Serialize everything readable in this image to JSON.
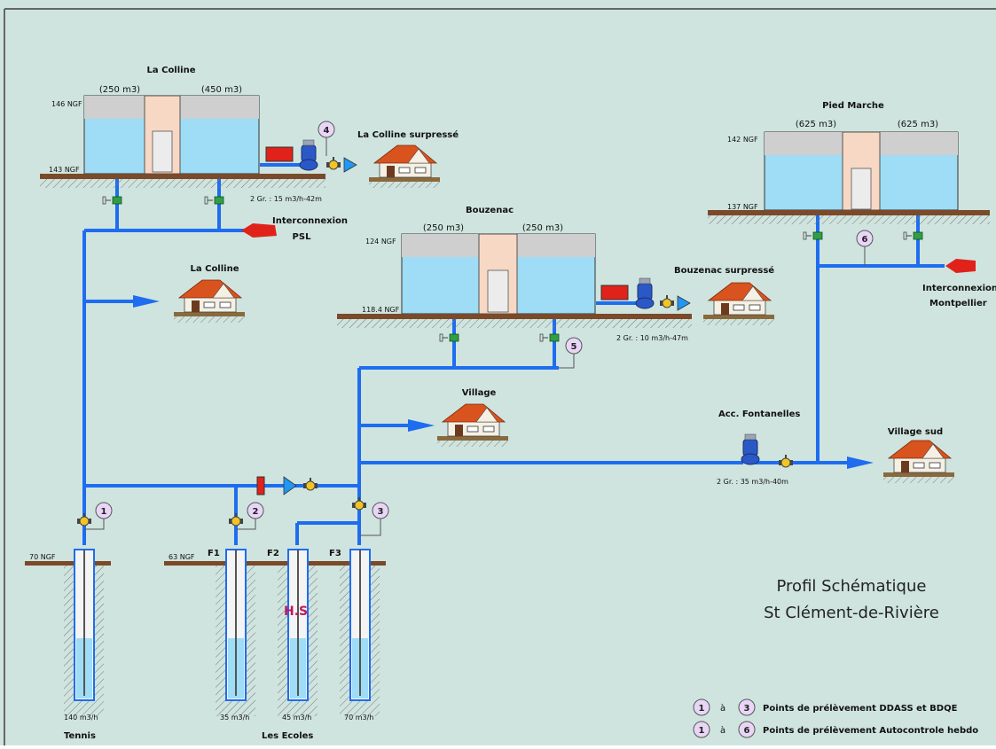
{
  "colors": {
    "background": "#cfe4de",
    "pipe": "#1e6df0",
    "water": "#9fdcf5",
    "ground": "#7a4a2a",
    "arrow_red": "#e0221b",
    "circle": "#e9d6f6"
  },
  "reservoirs": {
    "la_colline": {
      "name": "La Colline",
      "vol_left": "(250 m3)",
      "vol_right": "(450 m3)",
      "top_level": "146 NGF",
      "bottom_level": "143 NGF",
      "pump": "2 Gr. : 15 m3/h-42m"
    },
    "bouzenac": {
      "name": "Bouzenac",
      "vol_left": "(250 m3)",
      "vol_right": "(250 m3)",
      "top_level": "124 NGF",
      "bottom_level": "118.4 NGF",
      "pump": "2 Gr. : 10 m3/h-47m"
    },
    "pied_marche": {
      "name": "Pied Marche",
      "vol_left": "(625 m3)",
      "vol_right": "(625 m3)",
      "top_level": "142 NGF",
      "bottom_level": "137 NGF"
    }
  },
  "houses": {
    "la_colline_surpresse": "La Colline surpressé",
    "bouzenac_surpresse": "Bouzenac surpressé",
    "la_colline": "La Colline",
    "village": "Village",
    "village_sud": "Village sud"
  },
  "interconnexions": {
    "psl": {
      "line1": "Interconnexion",
      "line2": "PSL"
    },
    "montpellier": {
      "line1": "Interconnexion",
      "line2": "Montpellier"
    }
  },
  "fontanelles": {
    "name": "Acc. Fontanelles",
    "pump": "2 Gr. : 35 m3/h-40m"
  },
  "wells": {
    "level_tennis": "70 NGF",
    "level_ecoles": "63 NGF",
    "f1": "F1",
    "f2": "F2",
    "f3": "F3",
    "flow_tennis": "140 m3/h",
    "flow_f1": "35 m3/h",
    "flow_f2": "45 m3/h",
    "flow_f3": "70 m3/h",
    "group_tennis": "Tennis",
    "group_ecoles": "Les Ecoles",
    "hs": "H.S"
  },
  "sampling_points": [
    "1",
    "2",
    "3",
    "4",
    "5",
    "6"
  ],
  "title": {
    "line1": "Profil Schématique",
    "line2": "St Clément-de-Rivière"
  },
  "legend": {
    "row1": {
      "from": "1",
      "a": "à",
      "to": "3",
      "text": "Points de prélèvement DDASS et BDQE"
    },
    "row2": {
      "from": "1",
      "a": "à",
      "to": "6",
      "text": "Points de prélèvement Autocontrole hebdo"
    }
  }
}
